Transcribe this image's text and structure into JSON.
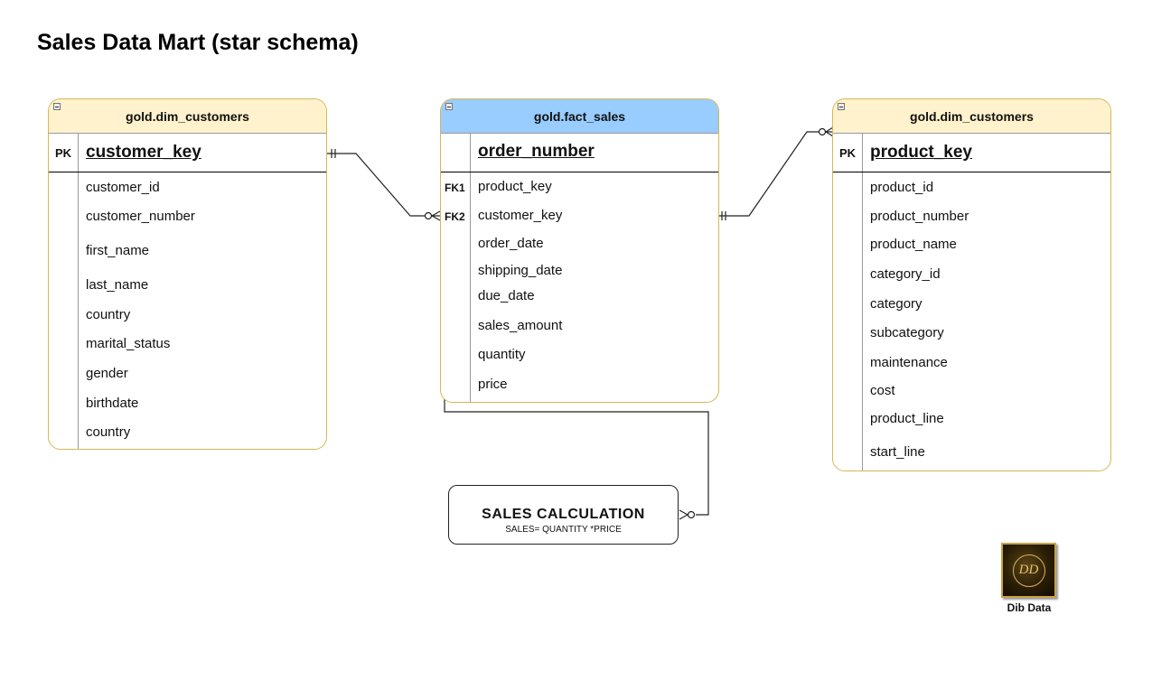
{
  "title": "Sales Data Mart (star schema)",
  "left_table": {
    "name": "gold.dim_customers",
    "pk_label": "PK",
    "pk_field": "customer_key",
    "fields": [
      "customer_id",
      "customer_number",
      "first_name",
      "last_name",
      "country",
      "marital_status",
      "gender",
      "birthdate",
      "country"
    ]
  },
  "fact_table": {
    "name": "gold.fact_sales",
    "pk_field": "order_number",
    "fk_labels": [
      "FK1",
      "FK2"
    ],
    "fields": [
      "product_key",
      "customer_key",
      "order_date",
      "shipping_date",
      "due_date",
      "sales_amount",
      "quantity",
      "price"
    ]
  },
  "right_table": {
    "name": "gold.dim_customers",
    "pk_label": "PK",
    "pk_field": "product_key",
    "fields": [
      "product_id",
      "product_number",
      "product_name",
      "category_id",
      "category",
      "subcategory",
      "maintenance",
      "cost",
      "product_line",
      "start_line"
    ]
  },
  "calculation": {
    "title": "SALES CALCULATION",
    "formula": "SALES= QUANTITY *PRICE"
  },
  "logo": {
    "monogram": "DD",
    "label": "Dib Data"
  },
  "colors": {
    "dim_header": "#fff2cc",
    "fact_header": "#99ccff",
    "entity_border": "#d6b656"
  }
}
